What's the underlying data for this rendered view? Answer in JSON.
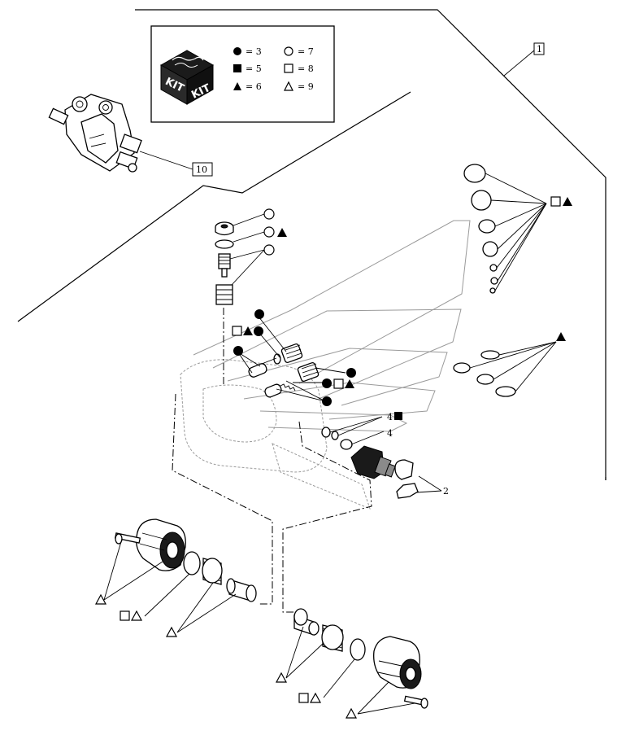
{
  "legend": {
    "kit_label": "KIT",
    "entries": [
      {
        "symbol": "filled-circle",
        "text": "= 3"
      },
      {
        "symbol": "open-circle",
        "text": "= 7"
      },
      {
        "symbol": "filled-square",
        "text": "= 5"
      },
      {
        "symbol": "open-square",
        "text": "= 8"
      },
      {
        "symbol": "filled-triangle",
        "text": "= 6"
      },
      {
        "symbol": "open-triangle",
        "text": "= 9"
      }
    ]
  },
  "references": {
    "ref_1": "1",
    "ref_10": "10",
    "ref_2": "2",
    "ref_4a": "4",
    "ref_4b": "4"
  }
}
